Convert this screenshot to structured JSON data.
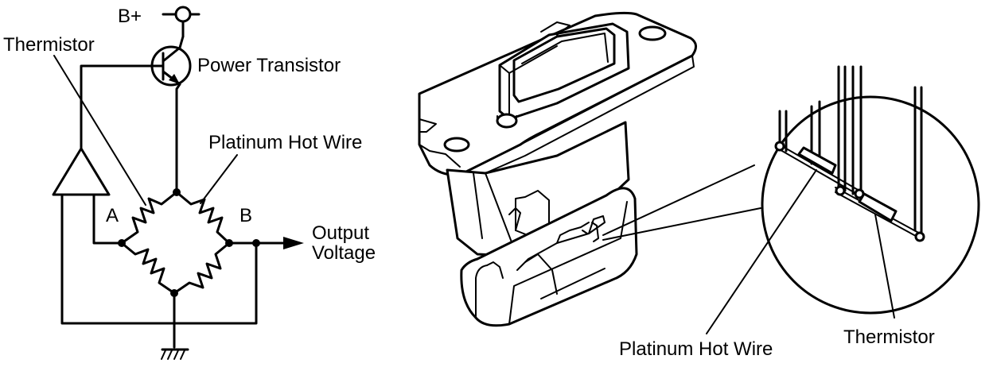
{
  "circuit": {
    "supply_label": "B+",
    "thermistor_label": "Thermistor",
    "transistor_label": "Power Transistor",
    "hotwire_label": "Platinum Hot Wire",
    "node_a_label": "A",
    "node_b_label": "B",
    "output_line1": "Output",
    "output_line2": "Voltage"
  },
  "sensor": {
    "hotwire_label": "Platinum Hot Wire",
    "thermistor_label": "Thermistor"
  }
}
